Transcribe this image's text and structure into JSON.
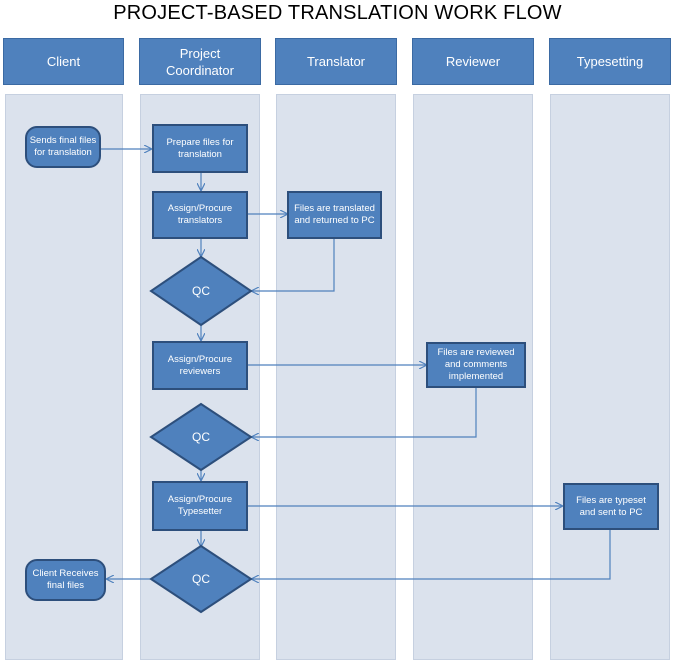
{
  "title": "PROJECT-BASED TRANSLATION WORK FLOW",
  "lanes": [
    {
      "label": "Client"
    },
    {
      "label": "Project Coordinator"
    },
    {
      "label": "Translator"
    },
    {
      "label": "Reviewer"
    },
    {
      "label": "Typesetting"
    }
  ],
  "nodes": {
    "client_start": "Sends final files for translation",
    "prepare": "Prepare files for translation",
    "assign_translators": "Assign/Procure translators",
    "translate": "Files are translated and returned to PC",
    "qc1": "QC",
    "assign_reviewers": "Assign/Procure reviewers",
    "review": "Files are reviewed and comments implemented",
    "qc2": "QC",
    "assign_typesetter": "Assign/Procure Typesetter",
    "typeset": "Files are  typeset and sent to PC",
    "qc3": "QC",
    "client_end": "Client Receives final files"
  },
  "colors": {
    "node_fill": "#4f81bd",
    "node_border": "#2d4f7c",
    "lane_fill": "#dbe2ed",
    "connector": "#4f81bd"
  }
}
